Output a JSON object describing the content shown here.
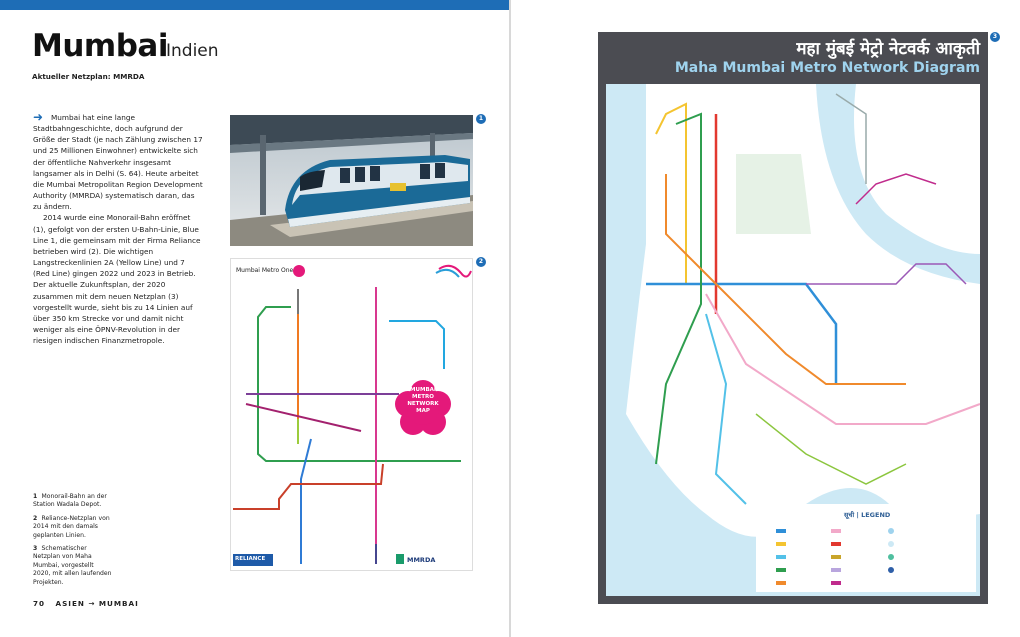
{
  "left_page": {
    "title": "Mumbai",
    "subtitle": "Indien",
    "kicker": "Aktueller Netzplan: MMRDA",
    "paragraphs": [
      "Mumbai hat eine lange Stadtbahngeschichte, doch aufgrund der Größe der Stadt (je nach Zählung zwischen 17 und 25 Millionen Einwohner) entwickelte sich der öffentliche Nahverkehr insgesamt langsamer als in Delhi (S. 64). Heute arbeitet die Mumbai Metropolitan Region Development Authority (MMRDA) systematisch daran, das zu ändern.",
      "2014 wurde eine Monorail-Bahn eröffnet (1), gefolgt von der ersten U-Bahn-Linie, Blue Line 1, die gemeinsam mit der Firma Reliance betrieben wird (2). Die wichtigen Langstreckenlinien 2A (Yellow Line) und 7 (Red Line) gingen 2022 und 2023 in Betrieb. Der aktuelle Zukunftsplan, der 2020 zusammen mit dem neuen Netzplan (3) vorgestellt wurde, sieht bis zu 14 Linien auf über 350 km Strecke vor und damit nicht weniger als eine ÖPNV-Revolution in der riesigen indischen Finanzmetropole."
    ],
    "captions": [
      {
        "num": "1",
        "text": "Monorail-Bahn an der Station Wadala Depot."
      },
      {
        "num": "2",
        "text": "Reliance-Netzplan von 2014 mit den damals geplanten Linien."
      },
      {
        "num": "3",
        "text": "Schematischer Netzplan von Maha Mumbai, vorgestellt 2020, mit allen laufenden Projekten."
      }
    ],
    "footer": {
      "page_number": "70",
      "section": "ASIEN → MUMBAI"
    }
  },
  "figures": {
    "badge_1": "1",
    "badge_2": "2",
    "badge_3": "3",
    "map2": {
      "title": "Mumbai Metro One",
      "flower_text": [
        "MUMBAI",
        "METRO",
        "NETWORK",
        "MAP"
      ],
      "logo_left": "RELIANCE",
      "logo_right": "MMRDA"
    },
    "map3": {
      "title_hindi": "महा मुंबई मेट्रो नेटवर्क आकृती",
      "title_en": "Maha Mumbai Metro Network Diagram",
      "legend_title": "सूची | LEGEND"
    }
  },
  "colors": {
    "accent_blue": "#1e6db6",
    "map_frame": "#4b4c52",
    "map_title_en": "#9fd3ee",
    "water": "#cde9f5",
    "flower_pink": "#e4197a"
  }
}
